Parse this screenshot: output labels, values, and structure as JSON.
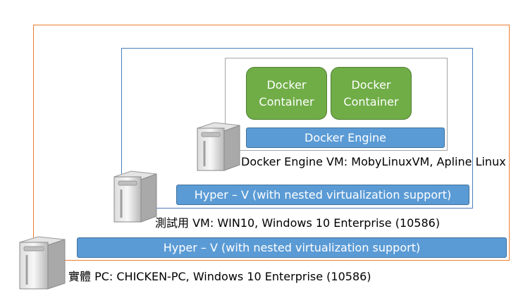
{
  "containers": [
    {
      "line1": "Docker",
      "line2": "Container"
    },
    {
      "line1": "Docker",
      "line2": "Container"
    }
  ],
  "docker_engine": "Docker Engine",
  "docker_vm_label": "Docker Engine VM: MobyLinuxVM, Apline Linux",
  "hyperv_inner": "Hyper – V (with nested virtualization support)",
  "test_vm_label": "測試用 VM: WIN10, Windows 10 Enterprise (10586)",
  "hyperv_outer": "Hyper – V (with nested virtualization support)",
  "physical_pc_label": "實體 PC:  CHICKEN-PC, Windows 10 Enterprise (10586)",
  "colors": {
    "container_green": "#70AD47",
    "bar_blue": "#5B9BD5",
    "outer_frame_orange": "#ED7D31",
    "vm_frame_blue": "#4A7EBB",
    "moby_frame_gray": "#A6A6A6"
  },
  "icons": [
    "server-tower-icon"
  ]
}
